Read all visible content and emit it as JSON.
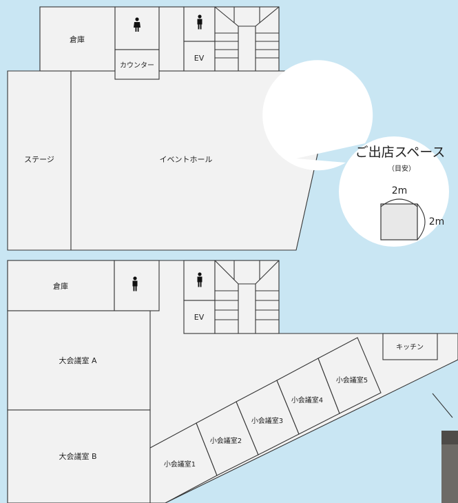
{
  "floor_upper": {
    "storage": "倉庫",
    "counter": "カウンター",
    "elevator": "EV",
    "stage": "ステージ",
    "event_hall": "イベントホール"
  },
  "booth_callout": {
    "title": "ご出店スペース",
    "note": "（目安）",
    "width_label": "2m",
    "depth_label": "2m"
  },
  "floor_lower": {
    "storage": "倉庫",
    "elevator": "EV",
    "kitchen": "キッチン",
    "large_room_a": "大会議室 A",
    "large_room_b": "大会議室 B",
    "small_rooms": [
      "小会議室1",
      "小会議室2",
      "小会議室3",
      "小会議室4",
      "小会議室5"
    ]
  },
  "colors": {
    "background": "#c9e6f3",
    "floor_fill": "#f2f2f2",
    "wall_stroke": "#333333",
    "callout_fill": "#ffffff"
  }
}
